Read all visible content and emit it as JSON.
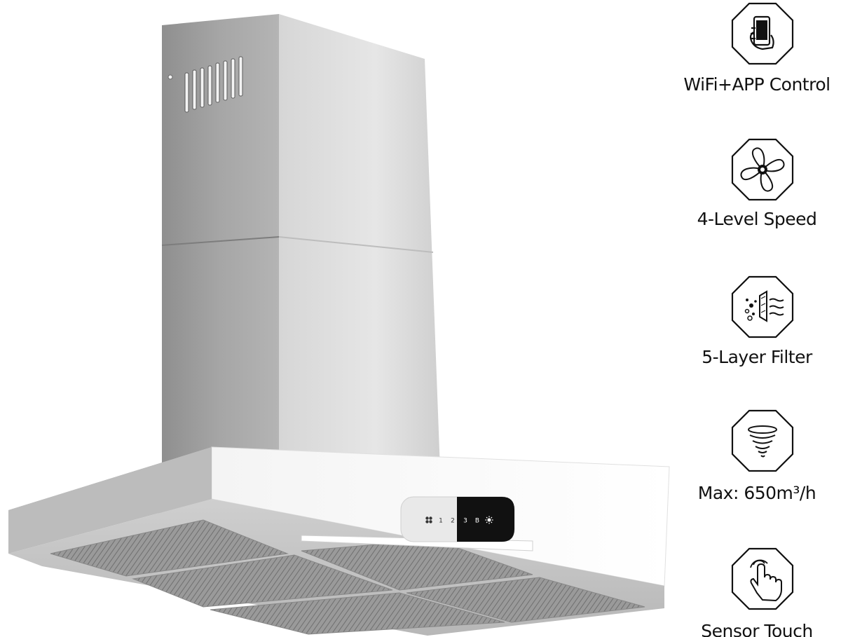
{
  "colors": {
    "background": "#ffffff",
    "steel_light": "#dedede",
    "steel_mid": "#b9b9b9",
    "steel_dark": "#8d8d8d",
    "panel_black": "#111111",
    "icon_stroke": "#111111",
    "label_text": "#111111"
  },
  "product": {
    "control_panel": {
      "buttons": [
        {
          "icon": "fan-icon",
          "label": ""
        },
        {
          "icon": "",
          "label": "1"
        },
        {
          "icon": "",
          "label": "2"
        },
        {
          "icon": "",
          "label": "3"
        },
        {
          "icon": "",
          "label": "B"
        },
        {
          "icon": "light-icon",
          "label": ""
        }
      ]
    }
  },
  "features": [
    {
      "icon": "phone-hand-icon",
      "label": "WiFi+APP Control"
    },
    {
      "icon": "fan-blade-icon",
      "label": "4-Level Speed"
    },
    {
      "icon": "filter-layers-icon",
      "label": "5-Layer Filter"
    },
    {
      "icon": "airflow-tornado-icon",
      "label": "Max: 650m³/h"
    },
    {
      "icon": "touch-finger-icon",
      "label": "Sensor Touch"
    }
  ]
}
